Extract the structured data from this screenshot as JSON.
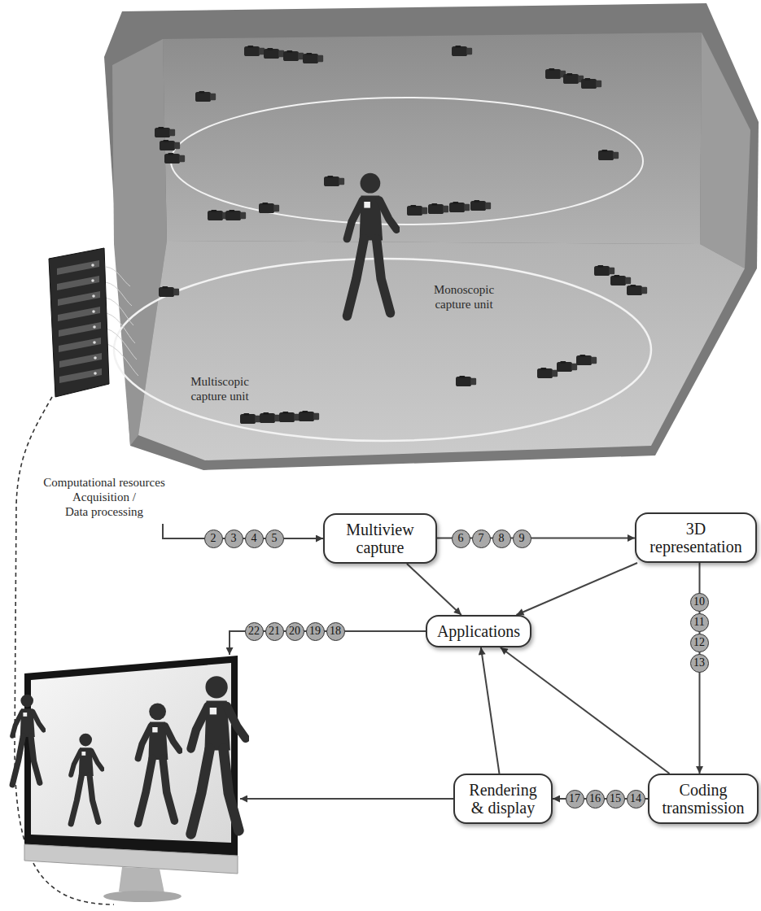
{
  "diagram": {
    "nodes": [
      {
        "text": [
          "Multiview capture"
        ]
      },
      {
        "text": [
          "3D representation"
        ]
      },
      {
        "text": [
          "Applications"
        ]
      },
      {
        "text": [
          "Rendering & display"
        ]
      },
      {
        "text": [
          "Coding transmission"
        ]
      }
    ],
    "edges": [
      {
        "from": 0,
        "to": 1,
        "arrow": "to"
      },
      {
        "from": 0,
        "to": 2,
        "arrow": "to"
      },
      {
        "from": 1,
        "to": 2,
        "arrow": "to"
      },
      {
        "from": 1,
        "to": 4,
        "arrow": "to"
      },
      {
        "from": 4,
        "to": 3,
        "arrow": "to"
      },
      {
        "from": 4,
        "to": 2,
        "arrow": "to"
      },
      {
        "from": 3,
        "to": 2,
        "arrow": "to"
      }
    ],
    "labels": [
      "Monoscopic capture unit",
      "Multiscopic capture unit",
      "Computational resources",
      "Acquisition / Data processing",
      "2",
      "3",
      "4",
      "5",
      "6",
      "7",
      "8",
      "9",
      "10",
      "11",
      "12",
      "13",
      "22",
      "21",
      "20",
      "19",
      "18",
      "17",
      "16",
      "15",
      "14"
    ]
  }
}
